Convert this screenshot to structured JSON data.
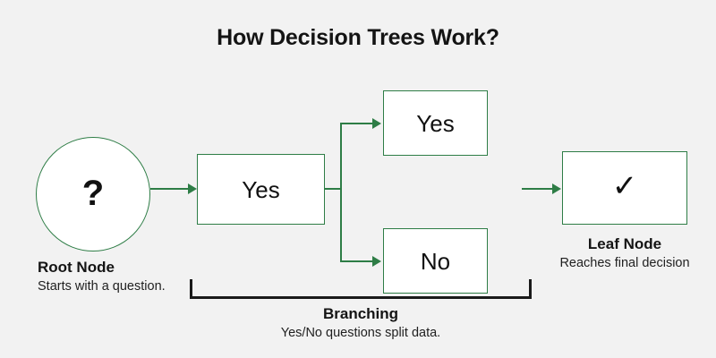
{
  "title": "How Decision Trees Work?",
  "theme": {
    "background": "#f2f2f2",
    "accent_green": "#2e7d46",
    "node_fill": "#ffffff",
    "text": "#141414",
    "bracket": "#1a1a1a"
  },
  "nodes": {
    "root": {
      "glyph": "?",
      "icon_name": "question-mark-glyph",
      "caption_title": "Root Node",
      "caption_sub": "Starts with a question."
    },
    "center": {
      "label": "Yes"
    },
    "branch_yes": {
      "label": "Yes"
    },
    "branch_no": {
      "label": "No"
    },
    "leaf": {
      "glyph": "✓",
      "icon_name": "checkmark-glyph",
      "caption_title": "Leaf Node",
      "caption_sub": "Reaches final decision"
    }
  },
  "branching": {
    "caption_title": "Branching",
    "caption_sub": "Yes/No questions split data."
  }
}
